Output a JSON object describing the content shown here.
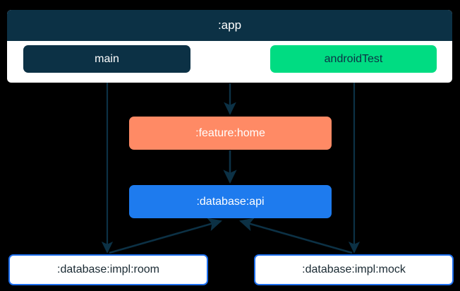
{
  "diagram": {
    "type": "dependency-graph",
    "background_color": "#000000",
    "edge_color": "#0C3145",
    "subgraph": {
      "title": ":app",
      "fill": "#ffffff",
      "title_fill": "#0C3145",
      "title_text_color": "#ffffff"
    },
    "nodes": [
      {
        "id": "main",
        "label": "main",
        "fill": "#0C3145",
        "text_color": "#ffffff",
        "border_color": "#0C3145",
        "parent": ":app"
      },
      {
        "id": "androidTest",
        "label": "androidTest",
        "fill": "#00DC82",
        "text_color": "#0C3145",
        "border_color": "#00DC82",
        "parent": ":app"
      },
      {
        "id": "feature-home",
        "label": ":feature:home",
        "fill": "#FF8A65",
        "text_color": "#ffffff",
        "border_color": "#FF8A65",
        "parent": null
      },
      {
        "id": "database-api",
        "label": ":database:api",
        "fill": "#1E7BEE",
        "text_color": "#ffffff",
        "border_color": "#1E7BEE",
        "parent": null
      },
      {
        "id": "database-impl-room",
        "label": ":database:impl:room",
        "fill": "#ffffff",
        "text_color": "#1a2a33",
        "border_color": "#1E6FEE",
        "parent": null
      },
      {
        "id": "database-impl-mock",
        "label": ":database:impl:mock",
        "fill": "#ffffff",
        "text_color": "#1a2a33",
        "border_color": "#1E6FEE",
        "parent": null
      }
    ],
    "edges": [
      {
        "from": ":app",
        "to": ":feature:home",
        "direction": "down"
      },
      {
        "from": ":feature:home",
        "to": ":database:api",
        "direction": "down"
      },
      {
        "from": "main",
        "to": ":database:impl:room",
        "direction": "down"
      },
      {
        "from": "androidTest",
        "to": ":database:impl:mock",
        "direction": "down"
      },
      {
        "from": ":database:impl:room",
        "to": ":database:api",
        "direction": "up"
      },
      {
        "from": ":database:impl:mock",
        "to": ":database:api",
        "direction": "up"
      }
    ]
  }
}
